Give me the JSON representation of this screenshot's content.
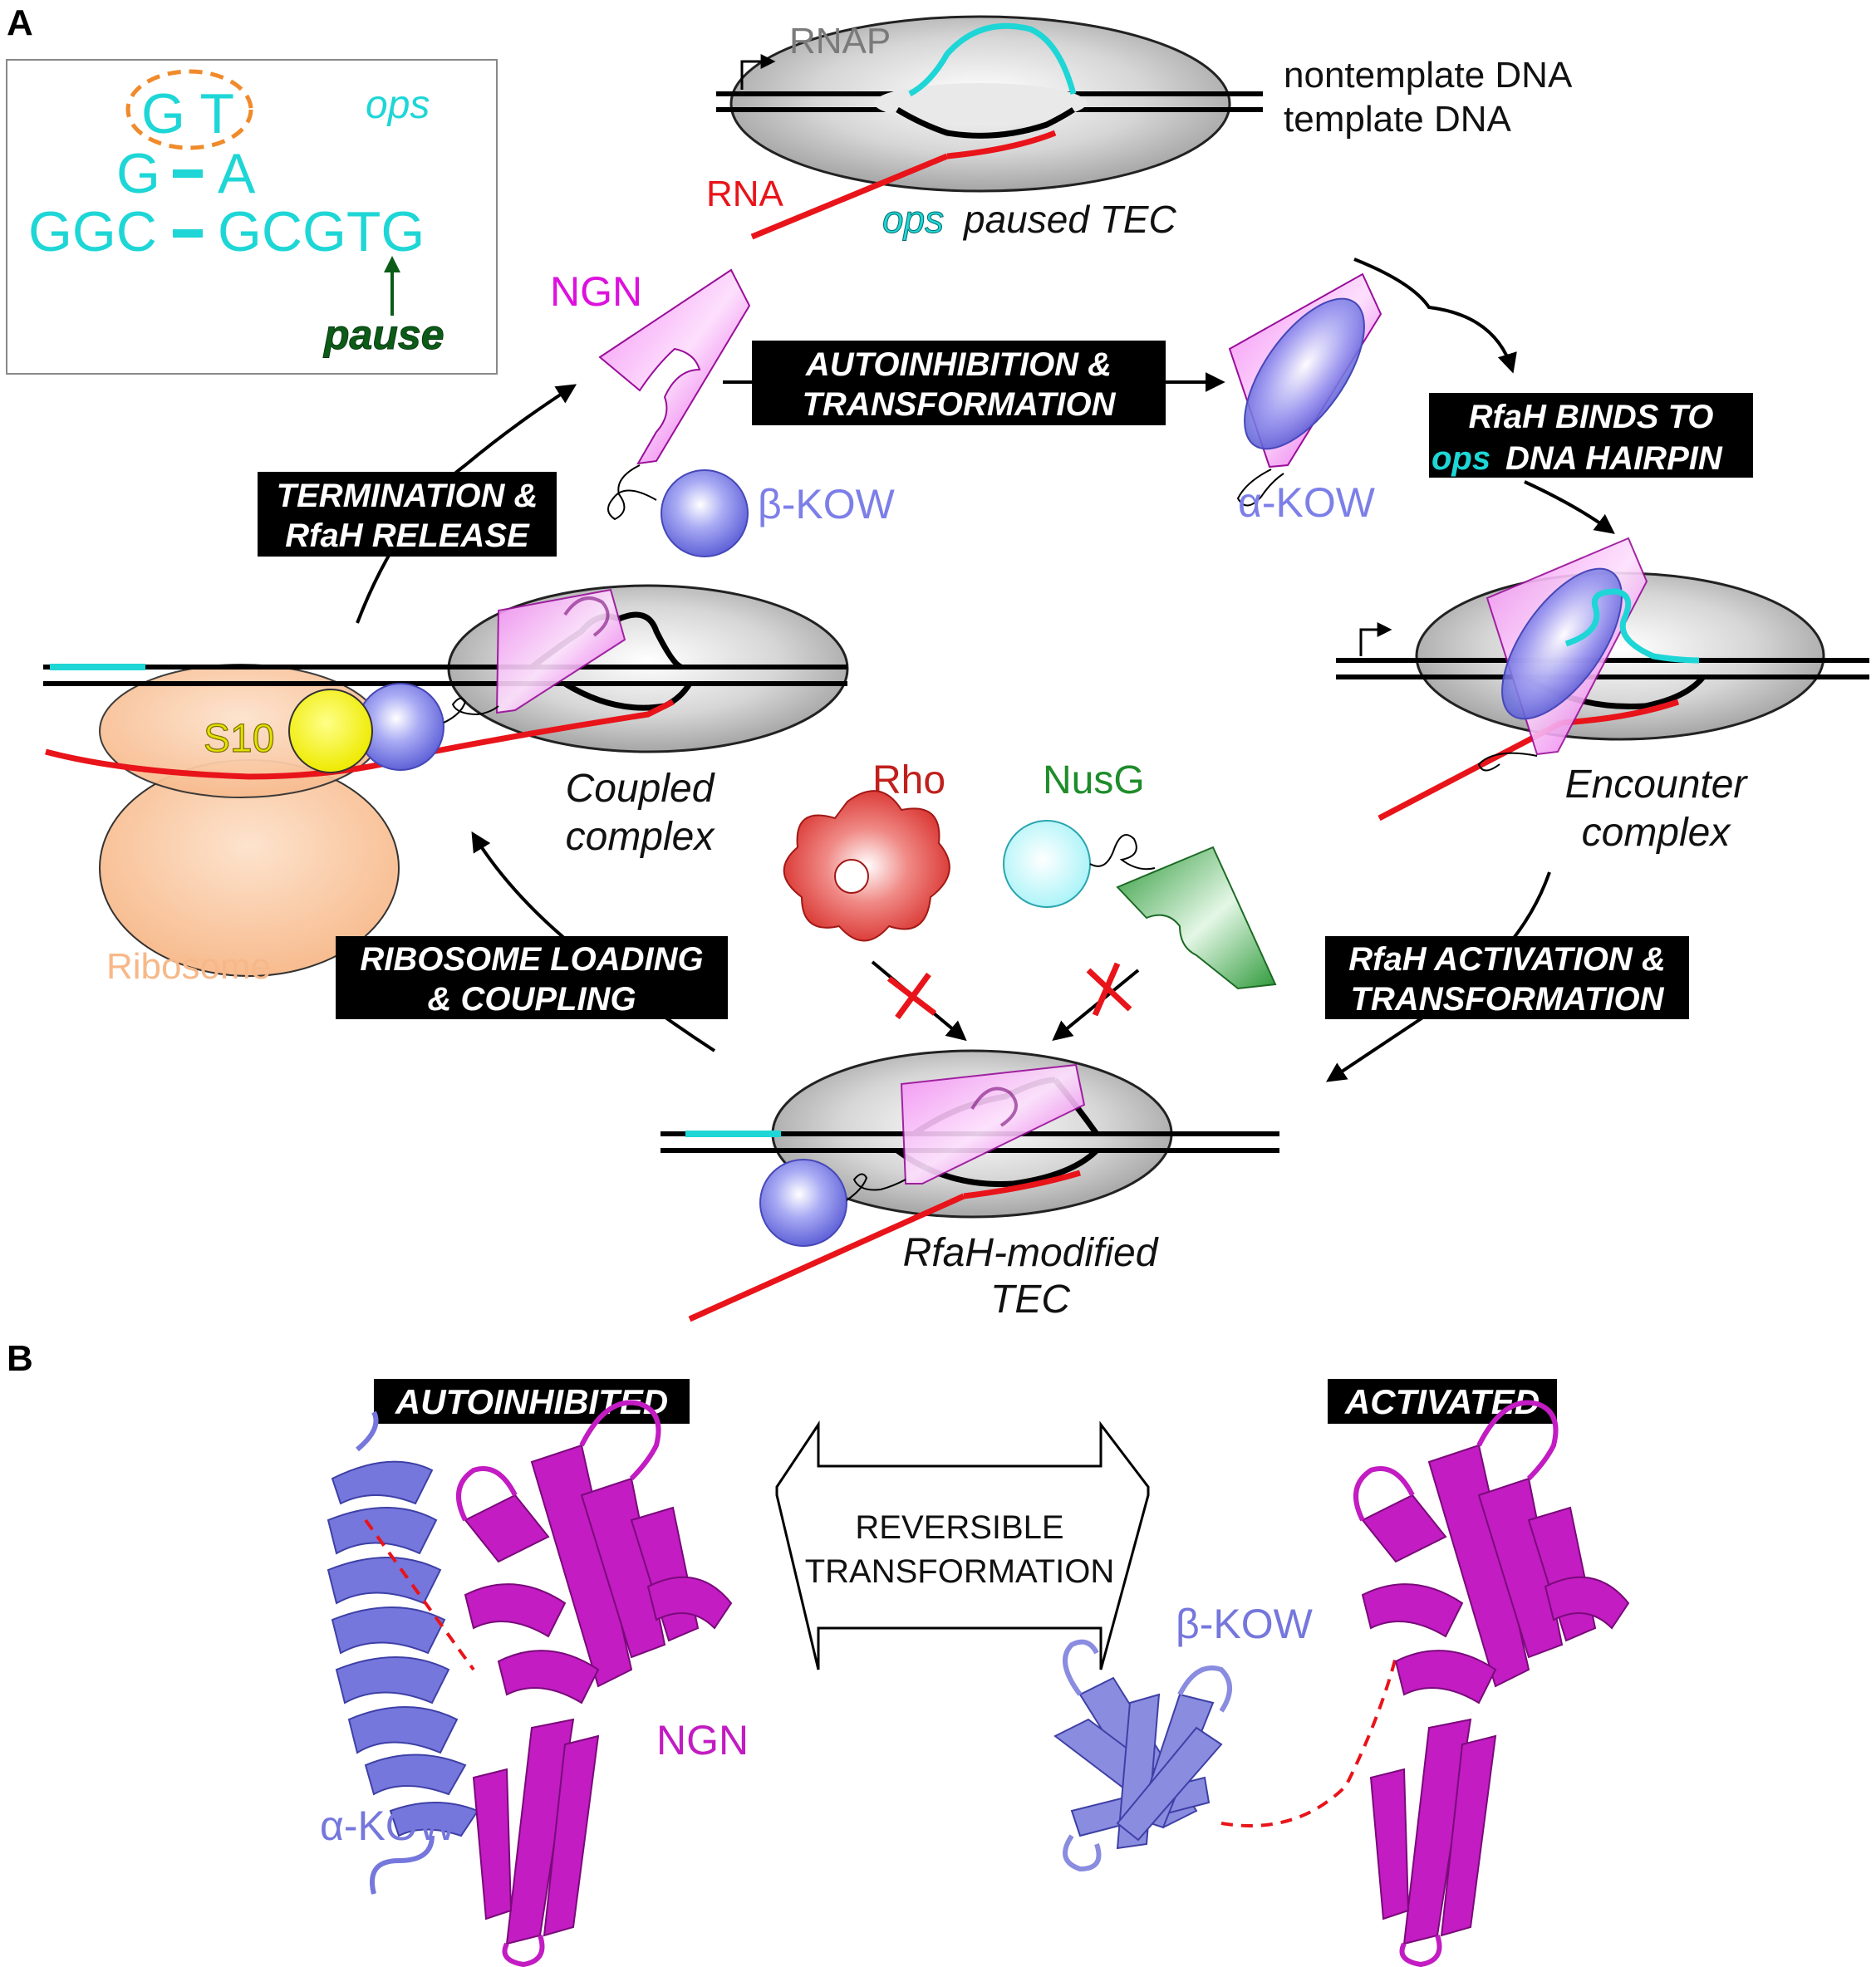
{
  "panel_labels": {
    "a": "A",
    "b": "B"
  },
  "inset": {
    "loop": "G T",
    "row2_left": "G",
    "row2_right": "A",
    "row3_left": "GGC",
    "row3_right": "GCGTG",
    "ops": "ops",
    "pause": "pause"
  },
  "paused_tec": {
    "rnap": "RNAP",
    "nontemplate": "nontemplate DNA",
    "template": "template DNA",
    "rna": "RNA",
    "ops": "ops",
    "caption": "paused TEC"
  },
  "ngn_label": "NGN",
  "beta_kow": "β-KOW",
  "alpha_kow": "α-KOW",
  "steps": {
    "autoinhibition_1": "AUTOINHIBITION &",
    "autoinhibition_2": "TRANSFORMATION",
    "binds_1": "RfaH BINDS TO",
    "binds_ops": "ops",
    "binds_2": "DNA HAIRPIN",
    "termination_1": "TERMINATION &",
    "termination_2": "RfaH RELEASE",
    "ribosome_1": "RIBOSOME LOADING",
    "ribosome_2": "& COUPLING",
    "activation_1": "RfaH ACTIVATION &",
    "activation_2": "TRANSFORMATION"
  },
  "encounter": {
    "line1": "Encounter",
    "line2": "complex"
  },
  "coupled": {
    "line1": "Coupled",
    "line2": "complex",
    "s10": "S10",
    "ribosome": "Ribosome"
  },
  "rho": "Rho",
  "nusg": "NusG",
  "modified": {
    "line1": "RfaH-modified",
    "line2": "TEC"
  },
  "panel_b": {
    "autoinhibited": "AUTOINHIBITED",
    "activated": "ACTIVATED",
    "reversible_1": "REVERSIBLE",
    "reversible_2": "TRANSFORMATION",
    "ngn": "NGN",
    "alpha_kow": "α-KOW",
    "beta_kow": "β-KOW"
  },
  "colors": {
    "cyan": "#1ed6d6",
    "magenta": "#dd11dd",
    "kow_blue": "#7d7fe8",
    "rna_red": "#e8141a",
    "ribosome": "#f7b889",
    "s10": "#f2ef0c",
    "nusg_green": "#1e8c2a",
    "rho_red": "#d8302c",
    "pause_green": "#0c5c18",
    "orange": "#f08a2a"
  }
}
